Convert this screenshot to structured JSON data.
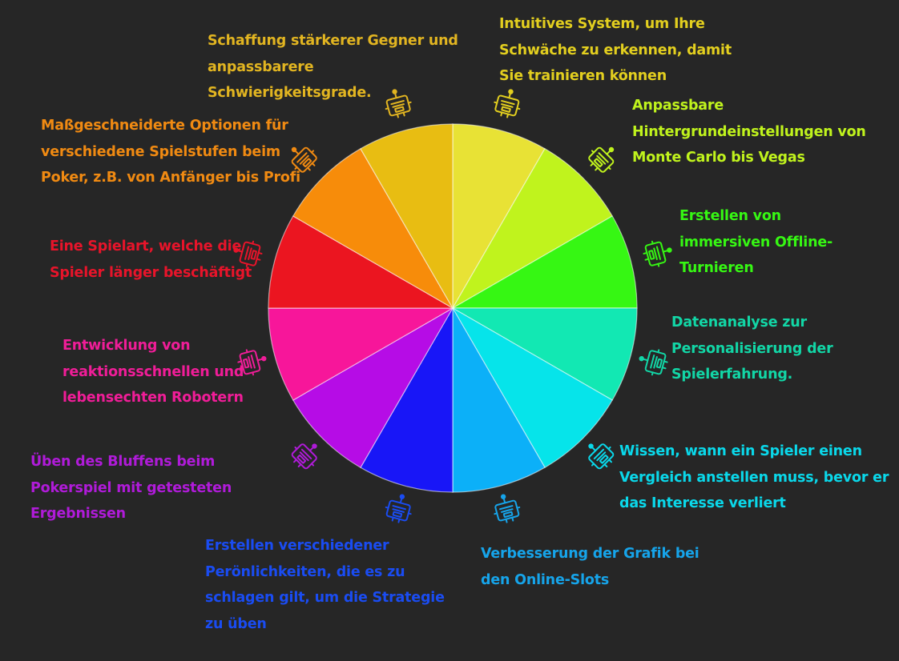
{
  "segments": [
    {
      "label": "Intuitives System, um Ihre Schwäche zu erkennen, damit Sie trainieren können",
      "color": "#e8e235",
      "text_color": "#e3cf1f"
    },
    {
      "label": "Anpassbare Hintergrundeinstellungen von Monte Carlo bis Vegas",
      "color": "#c0f31d",
      "text_color": "#c0f31d"
    },
    {
      "label": "Erstellen von immersiven Offline-Turnieren",
      "color": "#36f713",
      "text_color": "#36f713"
    },
    {
      "label": "Datenanalyse zur Personalisierung der Spielerfahrung.",
      "color": "#12e8b3",
      "text_color": "#12d6a6"
    },
    {
      "label": "Wissen, wann ein Spieler einen Vergleich anstellen muss, bevor er das Interesse verliert",
      "color": "#06e4ea",
      "text_color": "#0ad8ea"
    },
    {
      "label": "Verbesserung der Grafik bei den Online-Slots",
      "color": "#0cb0f8",
      "text_color": "#16a4ea"
    },
    {
      "label": "Erstellen verschiedener Perönlichkeiten, die es zu schlagen gilt, um die Strategie zu üben",
      "color": "#1816f7",
      "text_color": "#1a4cf2"
    },
    {
      "label": "Üben des Bluffens beim Pokerspiel mit getesteten Ergebnissen",
      "color": "#b60ce6",
      "text_color": "#b01bd9"
    },
    {
      "label": "Entwicklung von reaktionsschnellen und lebensechten Robotern",
      "color": "#f7169a",
      "text_color": "#f01d98"
    },
    {
      "label": "Eine Spielart, welche die Spieler länger beschäftigt",
      "color": "#eb1520",
      "text_color": "#e8142a"
    },
    {
      "label": "Maßgeschneiderte Optionen für verschiedene Spielstufen beim Poker, z.B. von Anfänger bis Profi",
      "color": "#f78c0a",
      "text_color": "#f08a12"
    },
    {
      "label": "Schaffung stärkerer Gegner und anpassbarere Schwierigkeitsgrade.",
      "color": "#e8bd12",
      "text_color": "#e2b521"
    }
  ],
  "icon": "robot-icon",
  "background": "#262626"
}
